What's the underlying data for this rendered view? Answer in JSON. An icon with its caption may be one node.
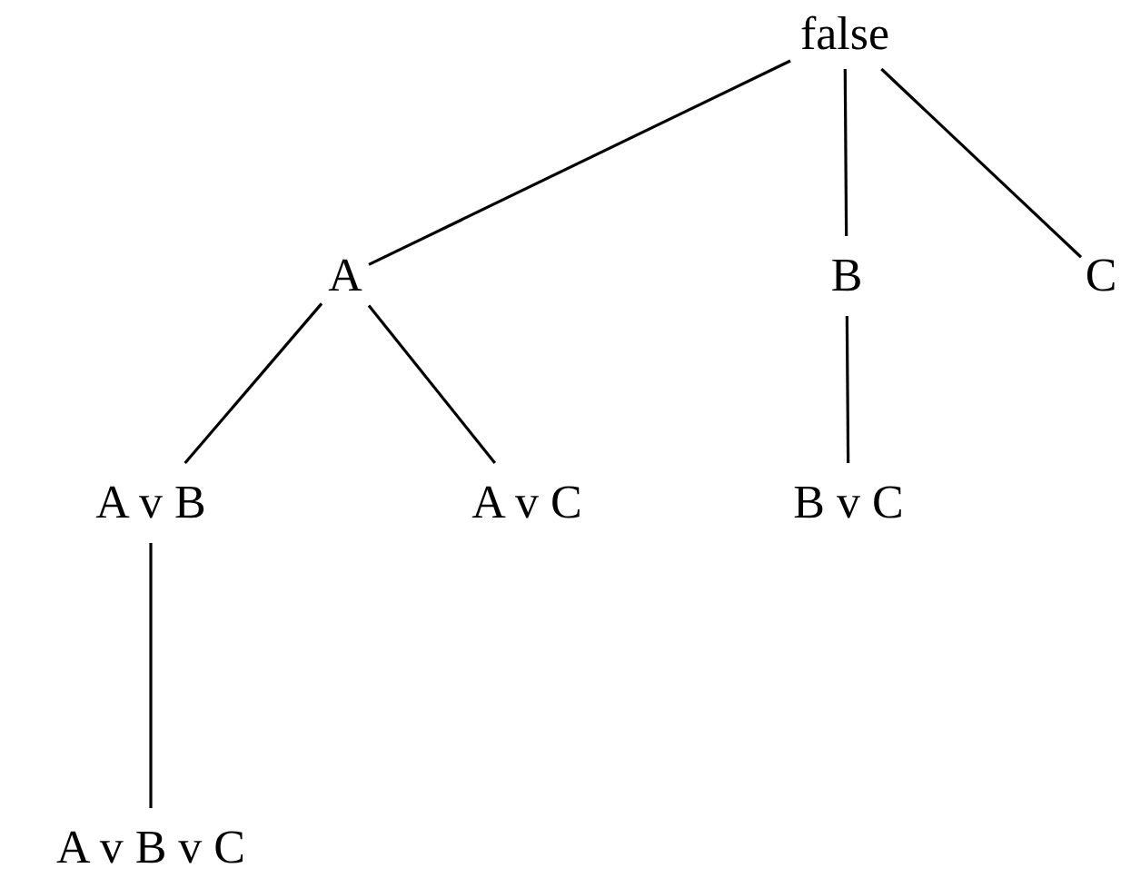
{
  "diagram": {
    "nodes": [
      {
        "text": [
          "false"
        ]
      },
      {
        "text": [
          "A"
        ]
      },
      {
        "text": [
          "B"
        ]
      },
      {
        "text": [
          "C"
        ]
      },
      {
        "text": [
          "A v B"
        ]
      },
      {
        "text": [
          "A v C"
        ]
      },
      {
        "text": [
          "B v C"
        ]
      },
      {
        "text": [
          "A v B v C"
        ]
      }
    ],
    "edges": [
      {
        "from": 0,
        "to": 1,
        "arrow": "none"
      },
      {
        "from": 0,
        "to": 2,
        "arrow": "none"
      },
      {
        "from": 0,
        "to": 3,
        "arrow": "none"
      },
      {
        "from": 1,
        "to": 4,
        "arrow": "none"
      },
      {
        "from": 1,
        "to": 5,
        "arrow": "none"
      },
      {
        "from": 2,
        "to": 6,
        "arrow": "none"
      },
      {
        "from": 4,
        "to": 7,
        "arrow": "none"
      }
    ]
  }
}
